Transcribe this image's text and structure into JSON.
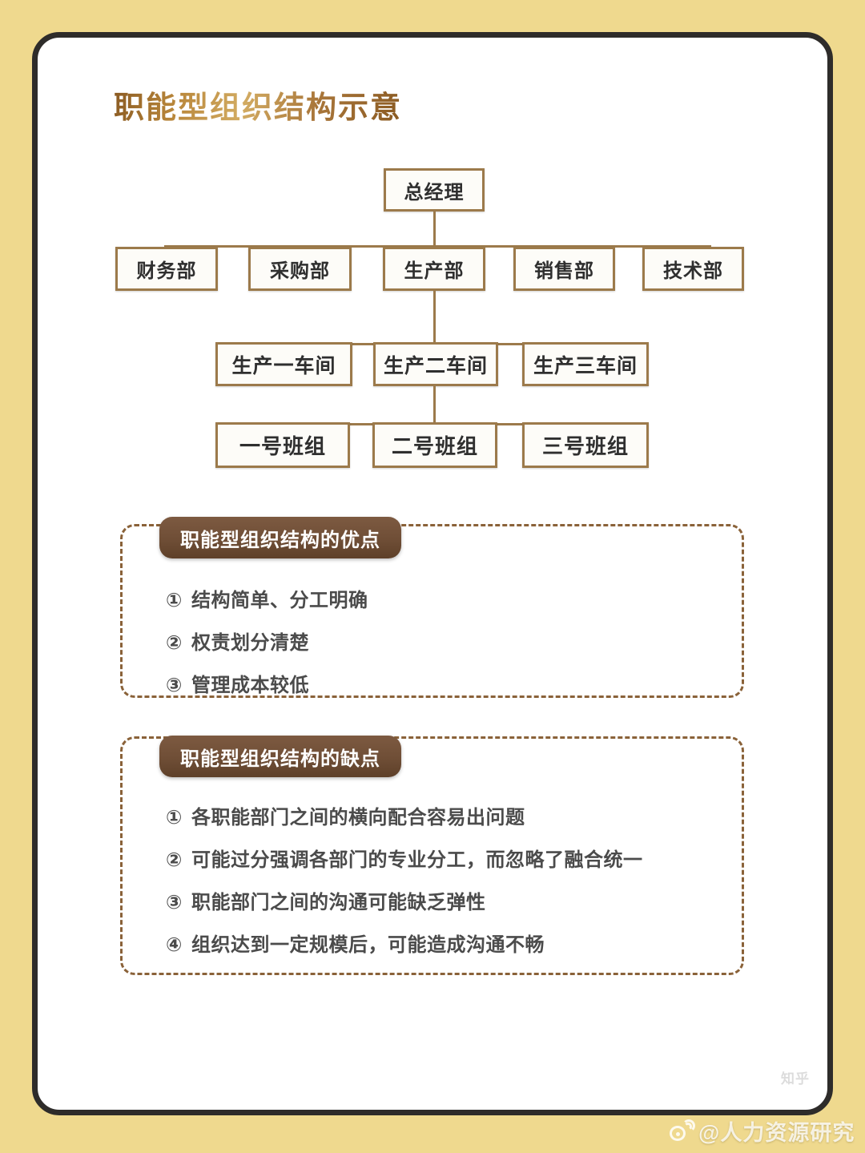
{
  "page": {
    "background_color": "#efd98e",
    "card_background": "#ffffff",
    "card_border_color": "#2e2c2a"
  },
  "title": "职能型组织结构示意",
  "colors": {
    "title_gradient_start": "#8a5a22",
    "title_gradient_mid": "#d2ab62",
    "node_border": "#9c7a4b",
    "node_fill": "#fdfcf8",
    "panel_dash": "#8a6239",
    "pill_fill": "#6f4e36",
    "bullet_text": "#4b4b4b"
  },
  "org_chart": {
    "level1": [
      {
        "label": "总经理"
      }
    ],
    "level2": [
      {
        "label": "财务部"
      },
      {
        "label": "采购部"
      },
      {
        "label": "生产部"
      },
      {
        "label": "销售部"
      },
      {
        "label": "技术部"
      }
    ],
    "level3": [
      {
        "label": "生产一车间"
      },
      {
        "label": "生产二车间"
      },
      {
        "label": "生产三车间"
      }
    ],
    "level4": [
      {
        "label": "一号班组"
      },
      {
        "label": "二号班组"
      },
      {
        "label": "三号班组"
      }
    ]
  },
  "advantages": {
    "heading": "职能型组织结构的优点",
    "items": [
      {
        "num": "①",
        "text": "结构简单、分工明确"
      },
      {
        "num": "②",
        "text": "权责划分清楚"
      },
      {
        "num": "③",
        "text": "管理成本较低"
      }
    ]
  },
  "disadvantages": {
    "heading": "职能型组织结构的缺点",
    "items": [
      {
        "num": "①",
        "text": "各职能部门之间的横向配合容易出问题"
      },
      {
        "num": "②",
        "text": "可能过分强调各部门的专业分工，而忽略了融合统一"
      },
      {
        "num": "③",
        "text": "职能部门之间的沟通可能缺乏弹性"
      },
      {
        "num": "④",
        "text": "组织达到一定规模后，可能造成沟通不畅"
      }
    ]
  },
  "watermarks": {
    "card_corner": "知乎",
    "footer_handle": "@人力资源研究",
    "footer_icon": "weibo-icon"
  }
}
